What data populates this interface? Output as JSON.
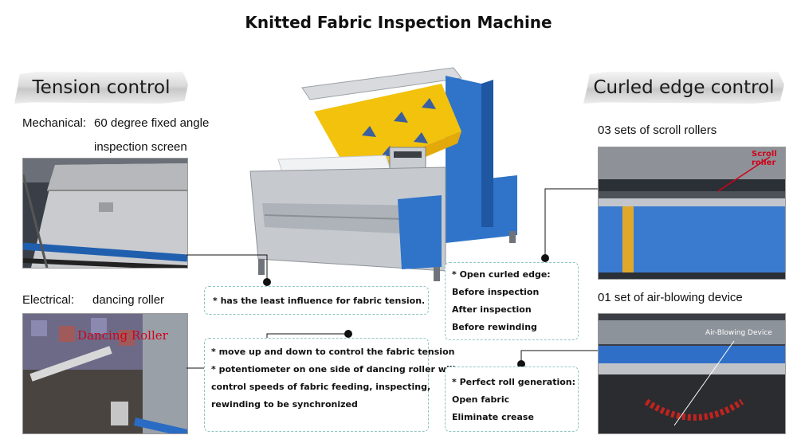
{
  "title": "Knitted Fabric Inspection Machine",
  "tension": {
    "heading": "Tension control",
    "mechanical_label": "Mechanical:",
    "mechanical_desc_1": "60 degree fixed angle",
    "mechanical_desc_2": "inspection screen",
    "electrical_label": "Electrical:",
    "electrical_desc": "dancing roller",
    "dancing_roller_overlay": "Dancing Roller"
  },
  "curled": {
    "heading": "Curled edge control",
    "scroll_label": "03 sets of scroll rollers",
    "scroll_overlay_1": "Scroll",
    "scroll_overlay_2": "roller",
    "air_label": "01 set of air-blowing device",
    "air_overlay": "Air-Blowing Device"
  },
  "notes": {
    "mechanical": [
      "* has the least influence for fabric tension."
    ],
    "electrical": [
      "* move up and down to control the fabric tension",
      "* potentiometer on one side of dancing roller will",
      "control speeds of fabric feeding, inspecting,",
      "rewinding to be synchronized"
    ],
    "curled_edge": [
      "* Open curled edge:",
      "Before inspection",
      "After inspection",
      "Before rewinding"
    ],
    "roll": [
      "* Perfect roll generation:",
      "Open fabric",
      "Eliminate crease"
    ]
  },
  "colors": {
    "machine_blue": "#2f74c9",
    "fabric_yellow": "#f2c20d",
    "note_border": "#8fc7c2",
    "overlay_red": "#d0021b"
  }
}
